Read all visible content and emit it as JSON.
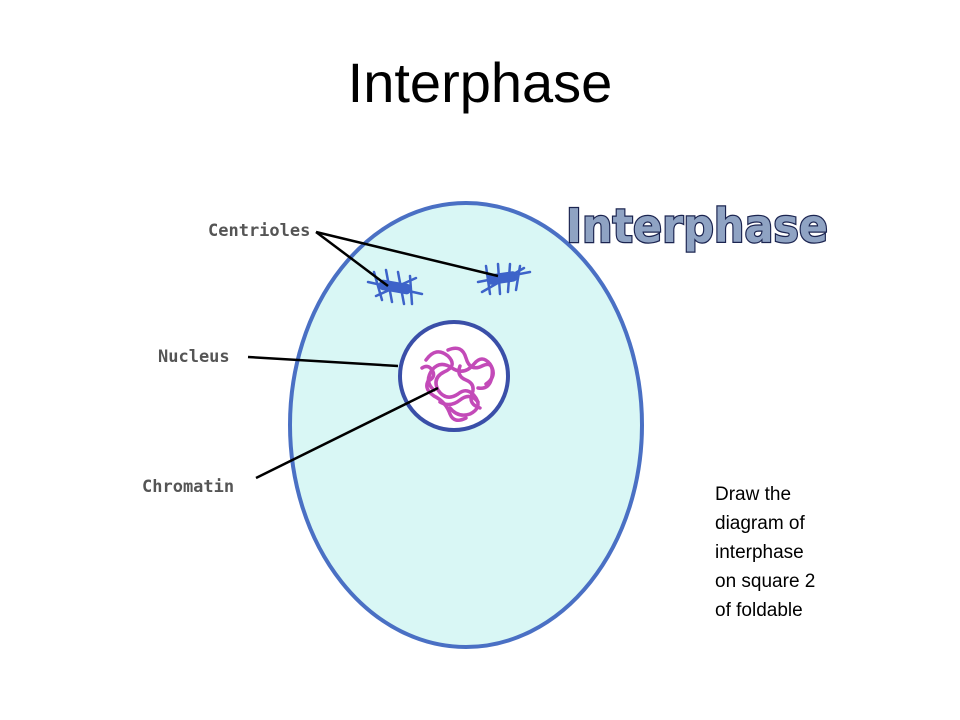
{
  "slide": {
    "title": "Interphase",
    "instruction": "Draw the\ndiagram of\ninterphase\non square 2\nof foldable"
  },
  "diagram": {
    "heading": "Interphase",
    "labels": {
      "centrioles": "Centrioles",
      "nucleus": "Nucleus",
      "chromatin": "Chromatin"
    },
    "colors": {
      "cell_fill": "#d9f7f5",
      "cell_border": "#4a70c4",
      "nucleus_border": "#3a4fa8",
      "chromatin": "#c34ab8",
      "centriole": "#3d63c9",
      "heading_fill": "#8fa3c3",
      "heading_stroke": "#1b2450"
    }
  }
}
